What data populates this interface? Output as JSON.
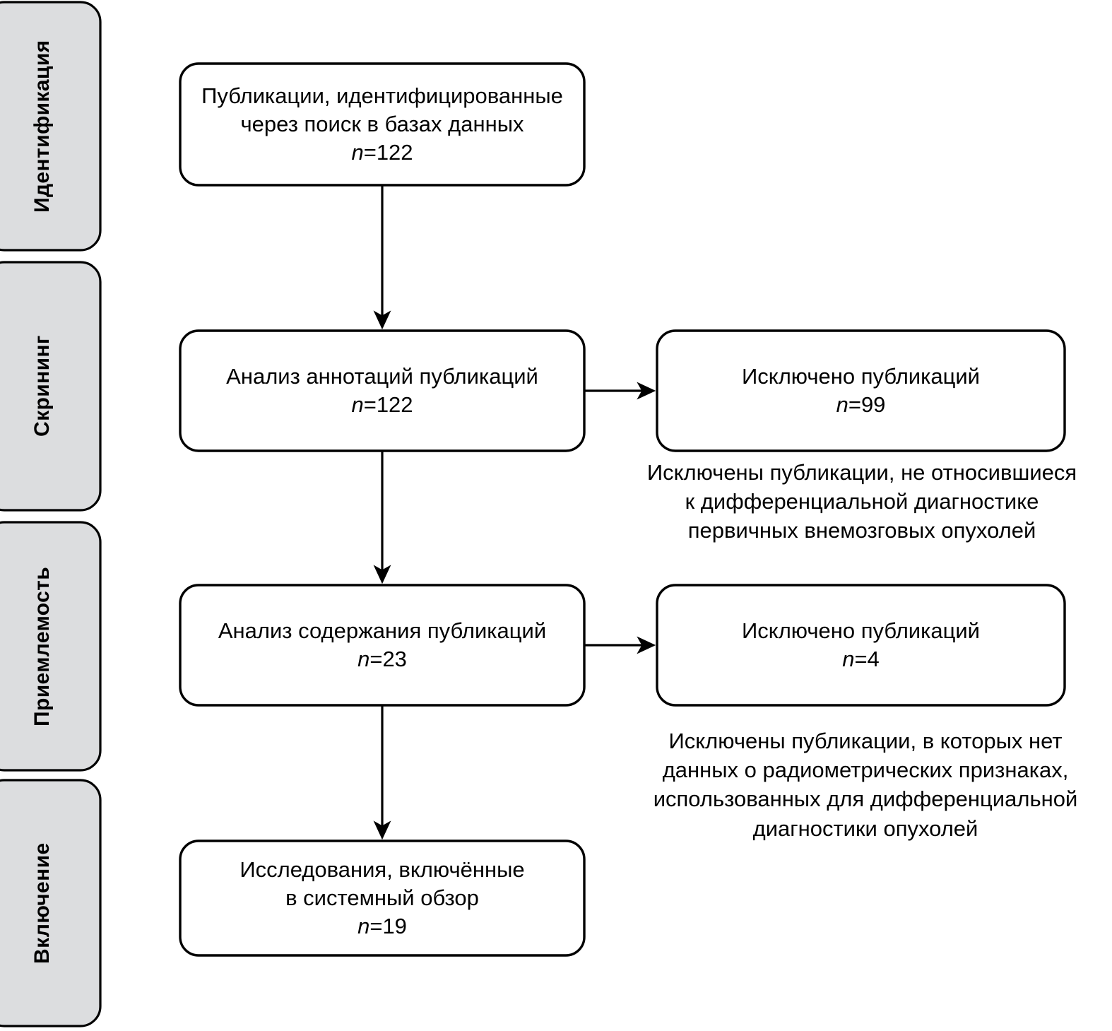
{
  "diagram": {
    "type": "prisma-flow-diagram",
    "language": "ru",
    "colors": {
      "stage_fill": "#dcdddf",
      "stage_stroke": "#000000",
      "box_fill": "#ffffff",
      "box_stroke": "#000000",
      "text": "#000000",
      "background": "#ffffff"
    }
  },
  "stages": [
    {
      "label": "Идентификация"
    },
    {
      "label": "Скрининг"
    },
    {
      "label": "Приемлемость"
    },
    {
      "label": "Включение"
    }
  ],
  "boxes": {
    "identification": {
      "lines": [
        "Публикации, идентифицированные",
        "через поиск в базах данных"
      ],
      "n_prefix": "n",
      "n_eq": "=",
      "n_value": "122"
    },
    "screening": {
      "lines": [
        "Анализ аннотаций публикаций"
      ],
      "n_prefix": "n",
      "n_eq": "=",
      "n_value": "122"
    },
    "screening_excluded": {
      "lines": [
        "Исключено публикаций"
      ],
      "n_prefix": "n",
      "n_eq": "=",
      "n_value": "99"
    },
    "eligibility": {
      "lines": [
        "Анализ содержания публикаций"
      ],
      "n_prefix": "n",
      "n_eq": "=",
      "n_value": "23"
    },
    "eligibility_excluded": {
      "lines": [
        "Исключено публикаций"
      ],
      "n_prefix": "n",
      "n_eq": "=",
      "n_value": "4"
    },
    "included": {
      "lines": [
        "Исследования, включённые",
        "в системный обзор"
      ],
      "n_prefix": "n",
      "n_eq": "=",
      "n_value": "19"
    }
  },
  "notes": {
    "screening_reason": {
      "lines": [
        "Исключены публикации, не относившиеся",
        "к дифференциальной диагностике",
        "первичных внемозговых опухолей"
      ]
    },
    "eligibility_reason": {
      "lines": [
        "Исключены публикации, в которых нет",
        "данных о радиометрических признаках,",
        "использованных для дифференциальной",
        "диагностики опухолей"
      ]
    }
  },
  "chart_data": {
    "type": "diagram",
    "title": "",
    "nodes": [
      {
        "id": "identification",
        "stage": "Идентификация",
        "label": "Публикации, идентифицированные через поиск в базах данных",
        "n": 122
      },
      {
        "id": "screening",
        "stage": "Скрининг",
        "label": "Анализ аннотаций публикаций",
        "n": 122
      },
      {
        "id": "screening_excluded",
        "stage": "Скрининг",
        "label": "Исключено публикаций",
        "n": 99
      },
      {
        "id": "eligibility",
        "stage": "Приемлемость",
        "label": "Анализ содержания публикаций",
        "n": 23
      },
      {
        "id": "eligibility_excluded",
        "stage": "Приемлемость",
        "label": "Исключено публикаций",
        "n": 4
      },
      {
        "id": "included",
        "stage": "Включение",
        "label": "Исследования, включённые в системный обзор",
        "n": 19
      }
    ],
    "edges": [
      {
        "from": "identification",
        "to": "screening",
        "direction": "down"
      },
      {
        "from": "screening",
        "to": "screening_excluded",
        "direction": "right"
      },
      {
        "from": "screening",
        "to": "eligibility",
        "direction": "down"
      },
      {
        "from": "eligibility",
        "to": "eligibility_excluded",
        "direction": "right"
      },
      {
        "from": "eligibility",
        "to": "included",
        "direction": "down"
      }
    ]
  }
}
